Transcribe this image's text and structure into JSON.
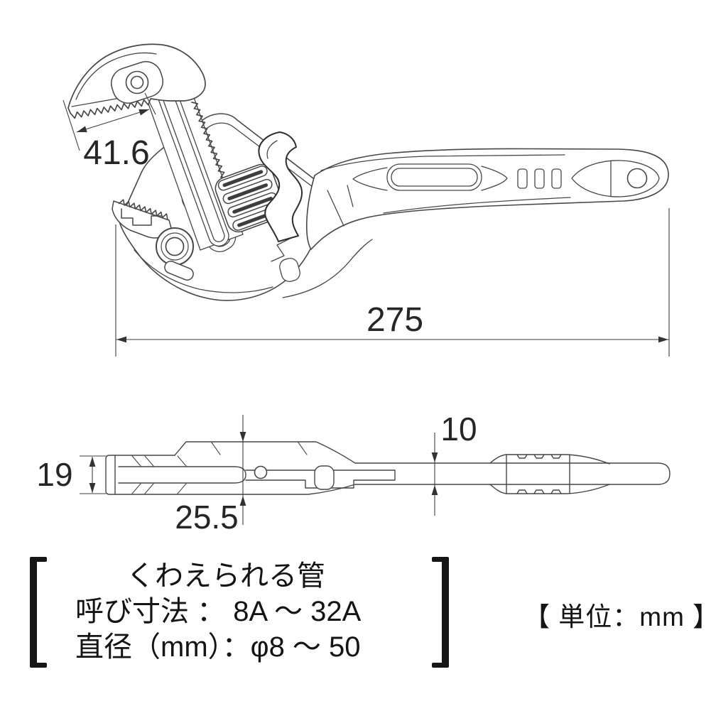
{
  "colors": {
    "background": "#ffffff",
    "outline": "#474747",
    "outline_heavy": "#2e2e2e",
    "dimension_line": "#3f3f3f",
    "text": "#262626"
  },
  "side_view": {
    "jaw_opening_mm": "41.6",
    "overall_length_mm": "275"
  },
  "top_view": {
    "head_height_mm": "19",
    "head_depth_mm": "25.5",
    "handle_thickness_mm": "10"
  },
  "spec_note": {
    "title": "くわえられる管",
    "rows": [
      "呼び寸法 ： 8A ～ 32A",
      "直径（mm）：φ8 ～ 50"
    ]
  },
  "unit_note": "【 単位：mm 】"
}
